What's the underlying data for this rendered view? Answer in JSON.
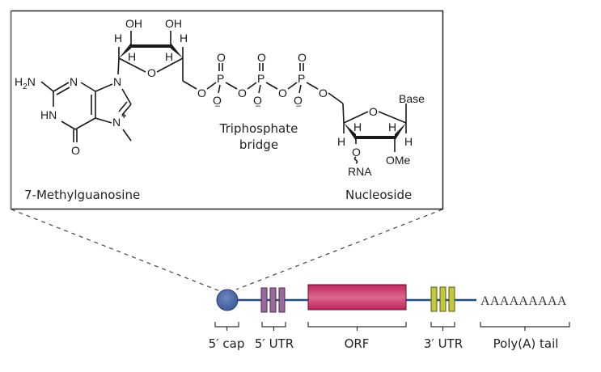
{
  "structure": {
    "cap_label": "7-Methylguanosine",
    "bridge_label_line1": "Triphosphate",
    "bridge_label_line2": "bridge",
    "nucleoside_label": "Nucleoside",
    "atoms": {
      "h2n": "H",
      "h2n_sub": "2",
      "h2n_n": "N",
      "n": "N",
      "n9": "N",
      "hn": "HN",
      "n7": "N",
      "n7_charge": "+",
      "o6": "O",
      "sugar_o": "O",
      "oh": "OH",
      "h": "H",
      "o": "O",
      "p": "P",
      "o_minus": "O",
      "minus": "–",
      "base": "Base",
      "ome": "OMe",
      "rna": "RNA"
    }
  },
  "mrna": {
    "segments": [
      {
        "name": "5-cap",
        "label": "5′ cap"
      },
      {
        "name": "5-utr",
        "label": "5′ UTR"
      },
      {
        "name": "orf",
        "label": "ORF"
      },
      {
        "name": "3-utr",
        "label": "3′ UTR"
      },
      {
        "name": "poly-a-tail",
        "label": "Poly(A) tail"
      }
    ],
    "poly_a_sequence": "AAAAAAAAA",
    "colors": {
      "backbone": "#1f4e8c",
      "cap": "#4f6aa8",
      "utr5": "#9a6a9e",
      "orf": "#cc3a6e",
      "utr3": "#c3c83c"
    }
  }
}
